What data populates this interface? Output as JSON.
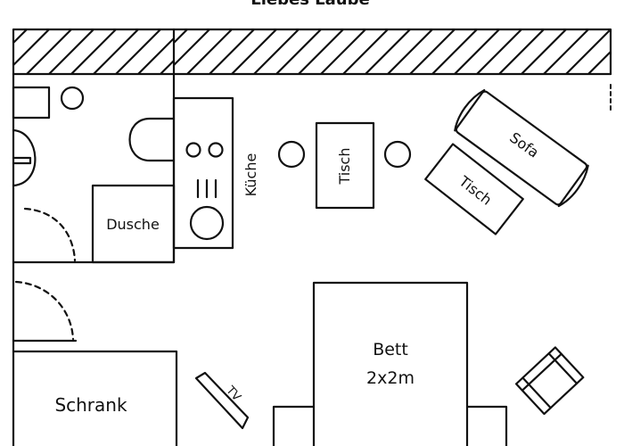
{
  "plan": {
    "title": "Liebes Laube",
    "rooms": {
      "shower": "Dusche",
      "kitchen": "Küche",
      "wardrobe": "Schrank"
    },
    "furniture": {
      "table_main": "Tisch",
      "table_side": "Tisch",
      "sofa": "Sofa",
      "bed_name": "Bett",
      "bed_size": "2x2m",
      "tv": "TV"
    }
  },
  "colors": {
    "line": "#111111",
    "background": "#ffffff"
  }
}
